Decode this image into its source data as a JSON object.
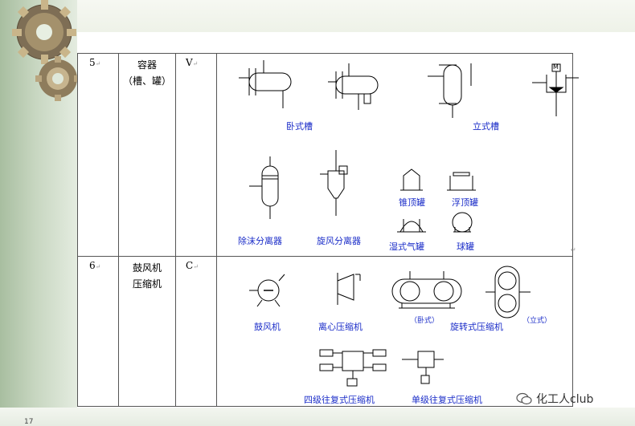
{
  "rows": [
    {
      "number": "5",
      "category_lines": [
        "容器",
        "（槽、罐）"
      ],
      "code": "V",
      "labels": {
        "horizontal_tank": "卧式槽",
        "vertical_tank": "立式槽",
        "cone_roof_tank": "锥顶罐",
        "floating_roof_tank": "浮顶罐",
        "demister_separator": "除沫分离器",
        "cyclone_separator": "旋风分离器",
        "wet_gas_holder": "湿式气罐",
        "spherical_tank": "球罐"
      }
    },
    {
      "number": "6",
      "category_lines": [
        "鼓风机",
        "压缩机"
      ],
      "code": "C",
      "labels": {
        "blower": "鼓风机",
        "centrifugal_compressor": "离心压缩机",
        "horizontal_note": "（卧式）",
        "rotary_compressor": "旋转式压缩机",
        "vertical_note": "（立式）",
        "four_stage_reciprocating": "四级往复式压缩机",
        "single_stage_reciprocating": "单级往复式压缩机"
      }
    }
  ],
  "agitator_motor_letter": "M",
  "watermark": "化工人club",
  "page_number": "17"
}
